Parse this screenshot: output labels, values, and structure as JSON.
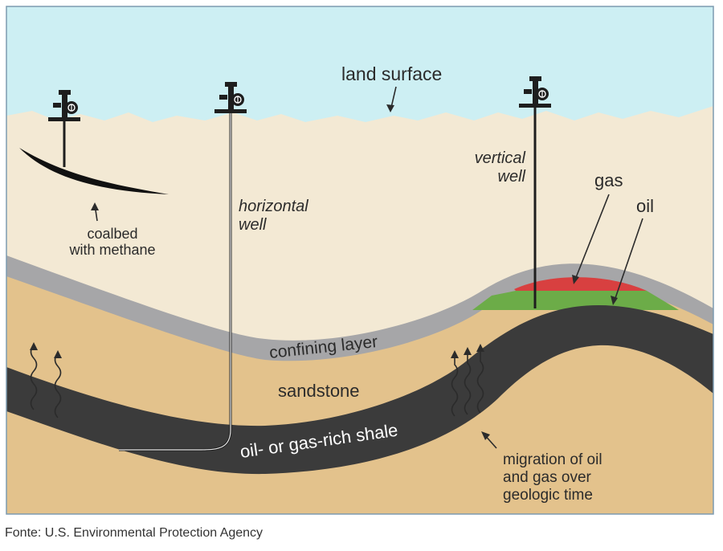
{
  "labels": {
    "land_surface": "land surface",
    "coalbed_line1": "coalbed",
    "coalbed_line2": "with methane",
    "horizontal_line1": "horizontal",
    "horizontal_line2": "well",
    "vertical_line1": "vertical",
    "vertical_line2": "well",
    "gas": "gas",
    "oil": "oil",
    "confining_layer": "confining layer",
    "sandstone": "sandstone",
    "shale": "oil- or gas-rich shale",
    "migration_line1": "migration of oil",
    "migration_line2": "and gas over",
    "migration_line3": "geologic time"
  },
  "caption": "Fonte: U.S. Environmental Protection Agency",
  "colors": {
    "sky": "#cdeff3",
    "surface_rock": "#f3e9d4",
    "confining_layer": "#a6a6a8",
    "sandstone": "#e3c28c",
    "shale": "#3b3b3b",
    "gas": "#d84040",
    "oil": "#6cac48",
    "well": "#1e1e1e",
    "frame": "#7d9bb0"
  },
  "icons": [
    "wellhead-icon",
    "wellhead-icon",
    "wellhead-icon"
  ]
}
